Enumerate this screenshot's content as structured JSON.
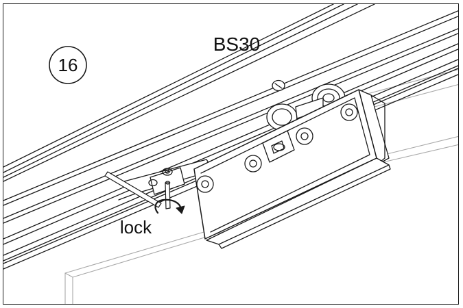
{
  "step": {
    "number": "16"
  },
  "title": "BS30",
  "callouts": {
    "lock_label": "lock"
  },
  "colors": {
    "line": "#1a1a1a",
    "light_line": "#a8a8a8",
    "background": "#ffffff"
  }
}
